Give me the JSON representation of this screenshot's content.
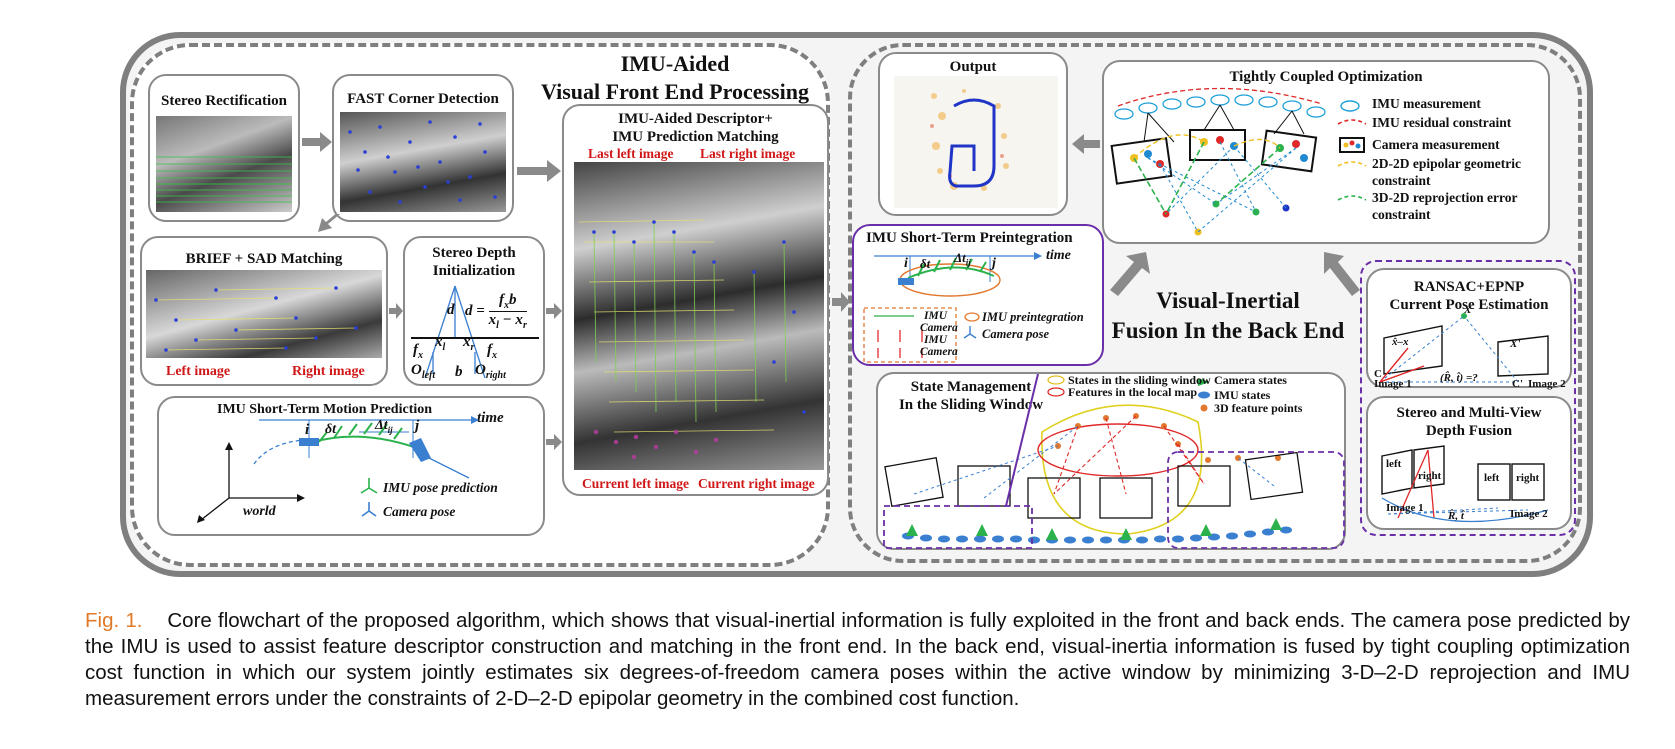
{
  "colors": {
    "frame": "#7f7f7f",
    "accent_red": "#d01818",
    "purple": "#6a2fa8",
    "caption_label": "#e07a28",
    "green": "#2bb24c",
    "blue": "#2a6fc0"
  },
  "front_end": {
    "title_line1": "IMU-Aided",
    "title_line2": "Visual Front End Processing",
    "stereo_rectification": "Stereo Rectification",
    "fast_corner": "FAST Corner Detection",
    "brief_sad": "BRIEF + SAD Matching",
    "left_image": "Left image",
    "right_image": "Right image",
    "stereo_depth_line1": "Stereo Depth",
    "stereo_depth_line2": "Initialization",
    "formula_lhs": "d =",
    "formula_num": "f",
    "formula_num_sub": "x",
    "formula_num_b": "b",
    "formula_den": "x",
    "formula_den_l": "l",
    "formula_den_minus": " − x",
    "formula_den_r": "r",
    "d_label": "d",
    "fx_label": "f",
    "fx_sub": "x",
    "xl_label": "x",
    "xl_sub": "l",
    "xr_label": "x",
    "xr_sub": "r",
    "o_label": "O",
    "o_left": "left",
    "b_label": "b",
    "o_right": "right",
    "motion_pred": "IMU Short-Term Motion Prediction",
    "time": "time",
    "i": "i",
    "j": "j",
    "dt": "δt",
    "dtij": "Δt",
    "dtij_sub": "ij",
    "world": "world",
    "imu_pose_pred": "IMU pose prediction",
    "camera_pose": "Camera pose",
    "desc_line1": "IMU-Aided Descriptor+",
    "desc_line2": "IMU Prediction Matching",
    "last_left": "Last left image",
    "last_right": "Last right image",
    "cur_left": "Current left image",
    "cur_right": "Current right image"
  },
  "back_end": {
    "output": "Output",
    "tco": "Tightly Coupled Optimization",
    "legend": [
      "IMU measurement",
      "IMU residual constraint",
      "Camera measurement",
      "2D-2D epipolar geometric",
      "constraint",
      "3D-2D reprojection error",
      "constraint"
    ],
    "preint_title": "IMU Short-Term Preintegration",
    "imu": "IMU",
    "camera": "Camera",
    "imu_preint": "IMU preintegration",
    "camera_pose": "Camera pose",
    "fusion_line1": "Visual-Inertial",
    "fusion_line2": "Fusion In the Back End",
    "ransac_line1": "RANSAC+EPNP",
    "ransac_line2": "Current Pose Estimation",
    "image1": "Image 1",
    "image2": "Image 2",
    "C": "C",
    "Cprime": "C'",
    "X": "X",
    "Xprime": "X'",
    "Rt": "(R̂, t̂) =?",
    "xx": "x̂–x",
    "stereo_mv_line1": "Stereo and Multi-View",
    "stereo_mv_line2": "Depth Fusion",
    "left": "left",
    "right": "right",
    "Rt2": "R̂, t̂",
    "state_line1": "State Management",
    "state_line2": "In the Sliding Window",
    "sw_legend": [
      "States in the sliding window",
      "Features in the local map",
      "Camera states",
      "IMU states",
      "3D feature points"
    ]
  },
  "caption": {
    "label": "Fig. 1.",
    "text": "Core flowchart of the proposed algorithm, which shows that visual-inertial information is fully exploited in the front and back ends. The camera pose predicted by the IMU is used to assist feature descriptor construction and matching in the front end. In the back end, visual-inertia information is fused by tight coupling optimization cost function in which our system jointly estimates six degrees-of-freedom camera poses within the active window by minimizing 3-D–2-D reprojection and IMU measurement errors under the constraints of 2-D–2-D epipolar geometry in the combined cost function."
  }
}
